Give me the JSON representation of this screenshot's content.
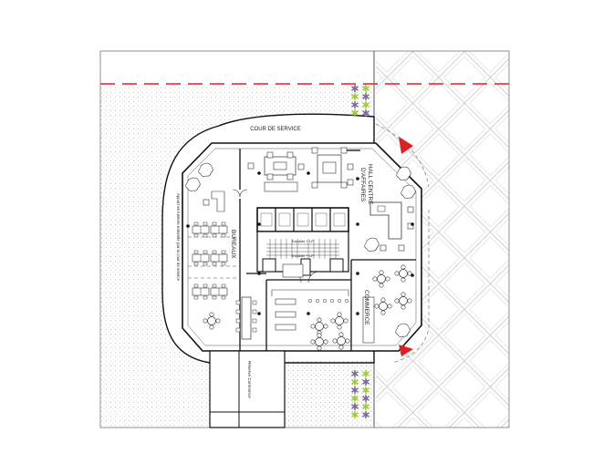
{
  "labels": {
    "cour_de_service": "COUR DE SERVICE",
    "hall_line1": "HALL CENTRE",
    "hall_line2": "D'AFFAIRES",
    "bureaux": "BUREAUX",
    "commerce": "COMMERCE",
    "apport": "Apport en lumiere naturelle par la cour de service",
    "reserve": "Réserve Commerce",
    "stair_top": "Escalier + LP",
    "stair_bottom": "Escalier + LP"
  },
  "colors": {
    "boundary_dash": "#e02020",
    "entry_arrow": "#e02020",
    "plant_green": "#9acd32",
    "plant_purple": "#7a6a9a",
    "stipple": "#b8b8b8",
    "wall": "#111111"
  },
  "icons": {
    "entry": "triangle-arrow-icon",
    "plant": "asterisk-icon"
  }
}
